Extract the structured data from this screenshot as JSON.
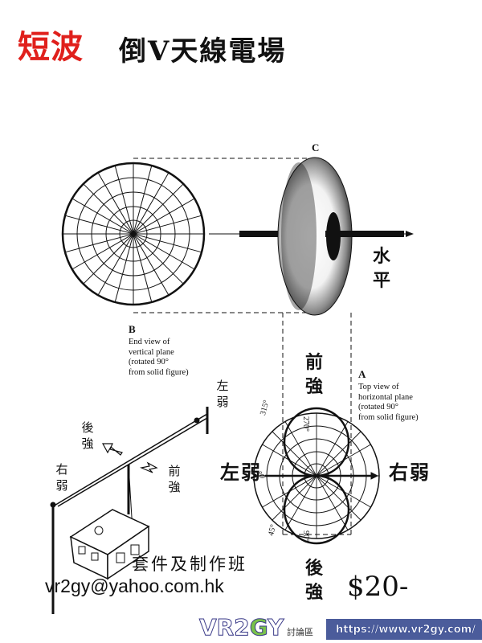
{
  "header": {
    "title_red": "短波",
    "title_main": "倒V天線電場"
  },
  "diagram": {
    "label_c": "C",
    "label_b": "B",
    "label_a": "A",
    "end_view_caption": [
      "End view of",
      "vertical plane",
      "(rotated 90°",
      "from solid figure)"
    ],
    "top_view_caption": [
      "Top view of",
      "horizontal plane",
      "(rotated 90°",
      "from solid figure)"
    ],
    "horizontal": "水平",
    "front_strong": "前強",
    "back_strong": "後強",
    "left_weak": "左弱",
    "right_weak": "右弱",
    "angle_315": "315°",
    "angle_270": "270°",
    "angle_0": "0°",
    "angle_45": "45°",
    "angle_90": "90°",
    "antenna_left_weak": "左弱",
    "antenna_back_strong": "後強",
    "antenna_front_strong": "前強",
    "antenna_right_weak": "右弱"
  },
  "footer": {
    "course": "套件及制作班",
    "email": "vr2gy@yahoo.com.hk",
    "price": "$20-",
    "brand_a": "VR2",
    "brand_g": "G",
    "brand_b": "Y",
    "forum": "討論區",
    "url": "https://www.vr2gy.com/"
  },
  "colors": {
    "title_red": "#e0201c",
    "footer_bar": "#2b3f8a",
    "brand_green": "#79c24a"
  }
}
